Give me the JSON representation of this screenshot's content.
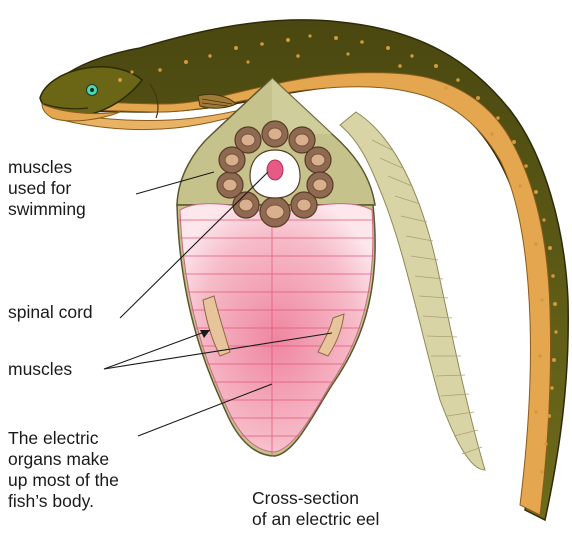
{
  "labels": {
    "swim_muscles": [
      "muscles",
      "used for",
      "swimming"
    ],
    "spinal_cord": "spinal cord",
    "muscles": "muscles",
    "electric_organs": [
      "The electric",
      "organs make",
      "up most of the",
      "fish’s body."
    ],
    "caption": [
      "Cross-section",
      "of an electric eel"
    ]
  },
  "colors": {
    "eel_back": "#5c5a14",
    "eel_belly": "#e4a64e",
    "eel_spots": "#d39a3c",
    "eel_eye": "#4fd6b0",
    "body_section": "#c5c28c",
    "muscle_ring_outer": "#8f6a52",
    "muscle_ring_inner": "#d9b08e",
    "electric_organ": "#f4b6c4",
    "electric_organ_lines": "#e25876",
    "side_muscle": "#e8c49c",
    "spinal_cord": "#e85a86",
    "tail_fin": "#d9d4a6"
  }
}
